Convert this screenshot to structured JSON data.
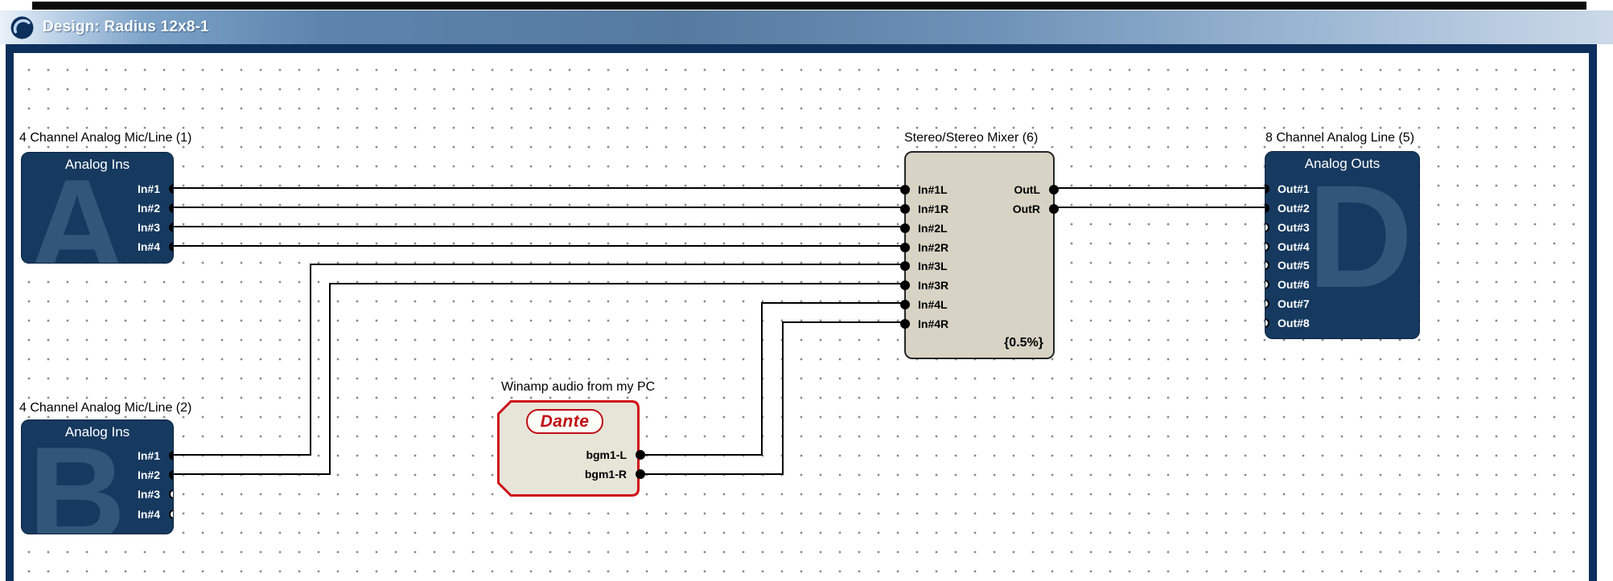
{
  "window": {
    "title": "Design: Radius 12x8-1",
    "icon": "symetrix-swirl-icon"
  },
  "colors": {
    "titlebar_blue": "#5c84ad",
    "frame_navy": "#0d2f5c",
    "block_navy": "#16395f",
    "mixer_beige": "#d7d3c5",
    "dante_fill": "#e6e5d8",
    "dante_red": "#cf1019",
    "wire": "#000000",
    "canvas_dot": "#8a8a8a"
  },
  "canvas": {
    "blocks": {
      "analog_in_1": {
        "caption": "4 Channel Analog Mic/Line (1)",
        "title": "Analog Ins",
        "watermark": "A",
        "ports": [
          "In#1",
          "In#2",
          "In#3",
          "In#4"
        ]
      },
      "analog_in_2": {
        "caption": "4 Channel Analog Mic/Line (2)",
        "title": "Analog Ins",
        "watermark": "B",
        "ports": [
          "In#1",
          "In#2",
          "In#3",
          "In#4"
        ]
      },
      "mixer": {
        "caption": "Stereo/Stereo Mixer (6)",
        "inputs": [
          "In#1L",
          "In#1R",
          "In#2L",
          "In#2R",
          "In#3L",
          "In#3R",
          "In#4L",
          "In#4R"
        ],
        "outputs": [
          "OutL",
          "OutR"
        ],
        "dsp_load": "{0.5%}"
      },
      "dante": {
        "caption": "Winamp audio from my PC",
        "logo": "Dante",
        "ports": [
          "bgm1-L",
          "bgm1-R"
        ]
      },
      "analog_out": {
        "caption": "8 Channel Analog Line (5)",
        "title": "Analog Outs",
        "watermark": "D",
        "ports": [
          "Out#1",
          "Out#2",
          "Out#3",
          "Out#4",
          "Out#5",
          "Out#6",
          "Out#7",
          "Out#8"
        ]
      }
    }
  }
}
